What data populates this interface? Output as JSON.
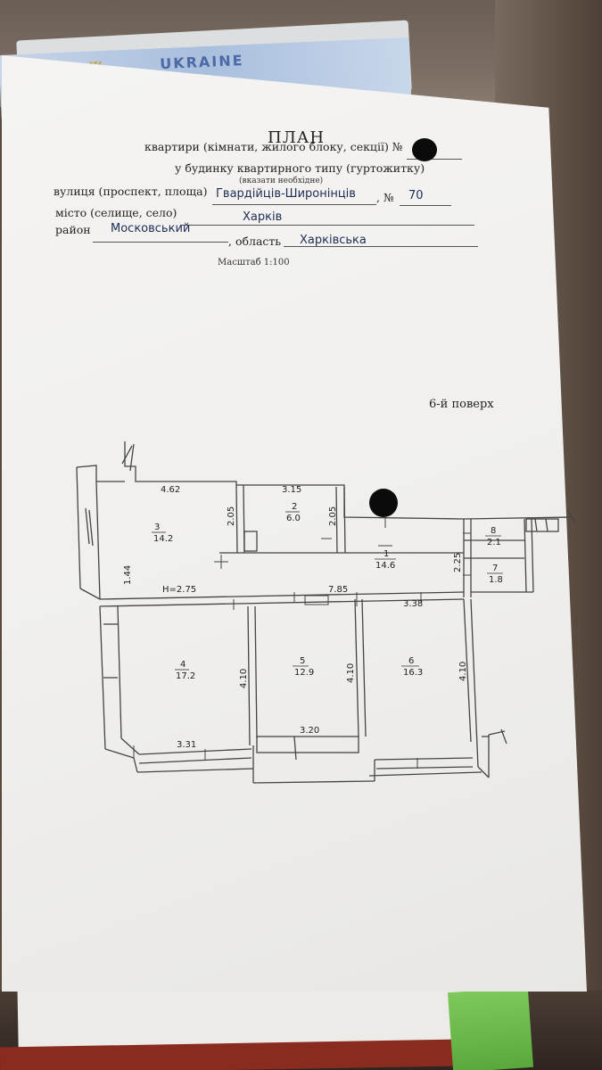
{
  "passport": {
    "country": "UKRAINE"
  },
  "header": {
    "title": "ПЛАН",
    "line1_label": "квартири (кімнати, жилого блоку, секції) №",
    "line2_label": "у будинку квартирного типу (гуртожитку)",
    "line2_hint": "(вказати необхідне)",
    "street_label": "вулиця (проспект, площа)",
    "street_value": "Гвардійців-Широнінців",
    "number_label": ", №",
    "number_value": "70",
    "city_label": "місто (селище, село)",
    "city_value": "Харків",
    "district_label": "район",
    "district_value": "Московський",
    "region_label": ", область",
    "region_value": "Харківська",
    "scale": "Масштаб 1:100"
  },
  "plan": {
    "floor": "6-й поверх",
    "height": "Н=2.75",
    "rooms": [
      {
        "num": "1",
        "area": "14.6"
      },
      {
        "num": "2",
        "area": "6.0"
      },
      {
        "num": "3",
        "area": "14.2"
      },
      {
        "num": "4",
        "area": "17.2"
      },
      {
        "num": "5",
        "area": "12.9"
      },
      {
        "num": "6",
        "area": "16.3"
      },
      {
        "num": "7",
        "area": "1.8"
      },
      {
        "num": "8",
        "area": "2.1"
      }
    ],
    "dimensions": {
      "d_462": "4.62",
      "d_315": "3.15",
      "d_205a": "2.05",
      "d_205b": "2.05",
      "d_144": "1.44",
      "d_225": "2.25",
      "d_785": "7.85",
      "d_338": "3.38",
      "d_410a": "4.10",
      "d_410b": "4.10",
      "d_410c": "4.10",
      "d_331": "3.31",
      "d_320": "3.20"
    }
  }
}
